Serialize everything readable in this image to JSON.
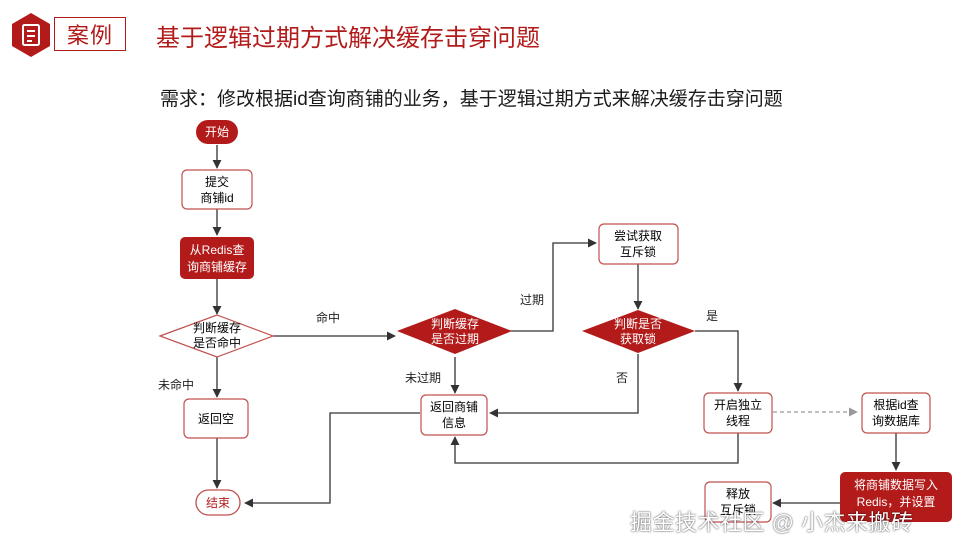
{
  "header": {
    "badge_label": "案例",
    "title": "基于逻辑过期方式解决缓存击穿问题"
  },
  "requirement": "需求：修改根据id查询商铺的业务，基于逻辑过期方式来解决缓存击穿问题",
  "nodes": {
    "start": "开始",
    "submit_line1": "提交",
    "submit_line2": "商铺id",
    "query_redis_line1": "从Redis查",
    "query_redis_line2": "询商铺缓存",
    "judge_hit_line1": "判断缓存",
    "judge_hit_line2": "是否命中",
    "return_empty": "返回空",
    "end": "结束",
    "judge_expire_line1": "判断缓存",
    "judge_expire_line2": "是否过期",
    "return_info_line1": "返回商铺",
    "return_info_line2": "信息",
    "try_lock_line1": "尝试获取",
    "try_lock_line2": "互斥锁",
    "judge_lock_line1": "判断是否",
    "judge_lock_line2": "获取锁",
    "open_thread_line1": "开启独立",
    "open_thread_line2": "线程",
    "query_db_line1": "根据id查",
    "query_db_line2": "询数据库",
    "write_redis_line1": "将商铺数据写入",
    "write_redis_line2": "Redis，并设置",
    "release_line1": "释放",
    "release_line2": "互斥锁"
  },
  "edges": {
    "hit": "命中",
    "miss": "未命中",
    "expired": "过期",
    "not_expired": "未过期",
    "yes": "是",
    "no": "否"
  },
  "colors": {
    "accent_red": "#b31b1b",
    "node_border": "#c0504d",
    "line": "#333333",
    "dashed_line": "#999999"
  },
  "watermark": "掘金技术社区 @ 小杰来搬砖"
}
